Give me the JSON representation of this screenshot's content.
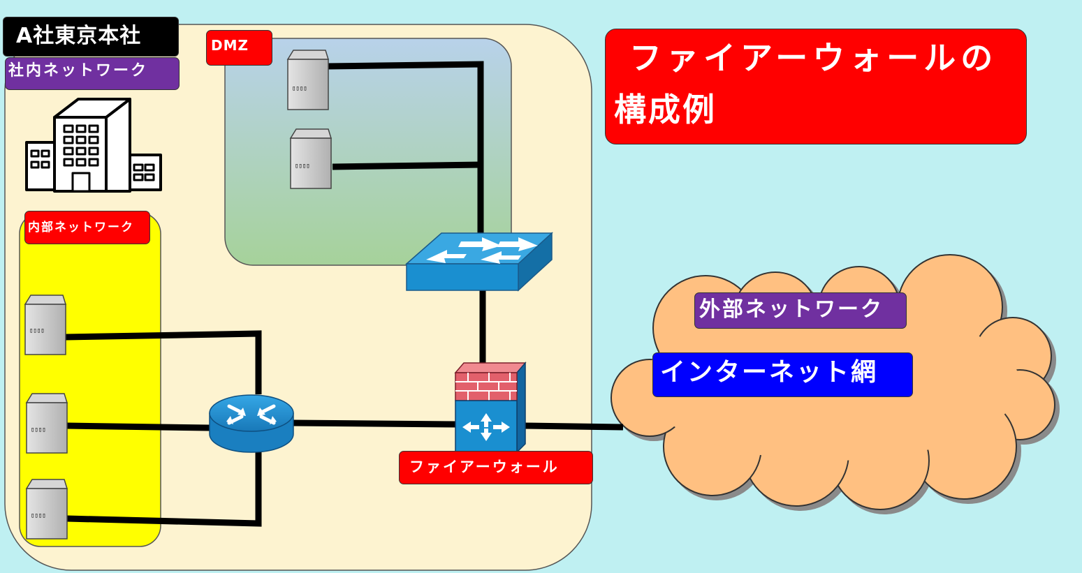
{
  "company_label": "A社東京本社",
  "company_network_label": "社内ネットワーク",
  "dmz_label": "DMZ",
  "internal_network_label": "内部ネットワーク",
  "firewall_label": "ファイアーウォール",
  "external_network_label": "外部ネットワーク",
  "internet_label": "インターネット網",
  "title_line1": "ファイアーウォールの",
  "title_line2": "構成例",
  "server_label": "▯▯▯▯",
  "colors": {
    "background": "#bff0f2",
    "campus": "#fdf3d0",
    "internal_zone": "#ffff00",
    "cloud": "#ffc081",
    "label_red": "#ff0000",
    "label_purple": "#7030a0",
    "label_blue": "#0000ff",
    "switch": "#1a8fd0",
    "firewall_brick": "#e2606b"
  }
}
